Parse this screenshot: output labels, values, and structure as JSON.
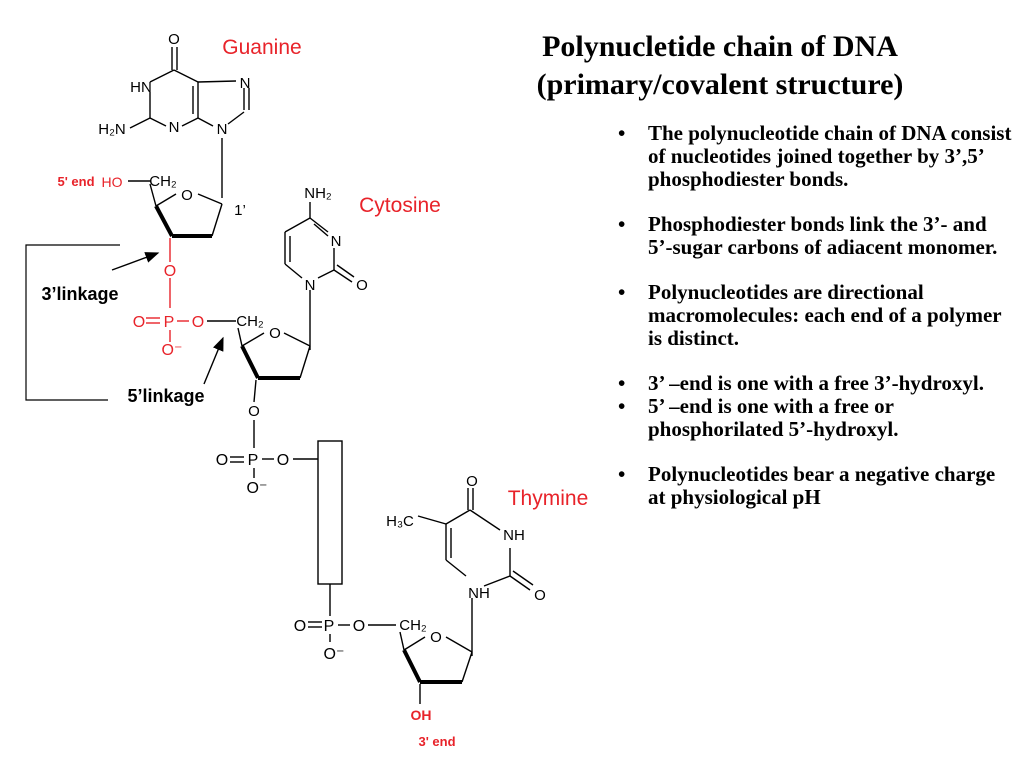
{
  "title": {
    "line1": "Polynucletide chain of DNA",
    "line2": "(primary/covalent structure)"
  },
  "bullets": [
    "The polynucleotide chain of DNA consist of nucleotides joined together by 3’,5’ phosphodiester bonds.",
    "Phosphodiester bonds link the 3’- and 5’-sugar carbons of adiacent monomer.",
    "Polynucleotides are directional macromolecules: each end of a polymer is distinct.",
    "3’ –end is one with a free 3’-hydroxyl.",
    "5’ –end is one with a free or phosphorilated 5’-hydroxyl.",
    "Polynucleotides bear a negative charge at physiological pH"
  ],
  "diagram": {
    "bases": {
      "guanine": "Guanine",
      "cytosine": "Cytosine",
      "thymine": "Thymine"
    },
    "labels": {
      "five_end": "5' end",
      "three_end": "3' end",
      "three_linkage": "3’linkage",
      "five_linkage": "5’linkage",
      "one_prime": "1’"
    },
    "atoms": {
      "O": "O",
      "N": "N",
      "HN": "HN",
      "NH": "NH",
      "P": "P",
      "H": "H",
      "OH": "OH",
      "HO": "HO",
      "O_minus": "O⁻",
      "CH2": "CH₂",
      "NH2": "NH₂",
      "H2N": "H₂N",
      "H3C": "H₃C"
    },
    "colors": {
      "highlight": "#e8232a",
      "ink": "#000000"
    }
  }
}
